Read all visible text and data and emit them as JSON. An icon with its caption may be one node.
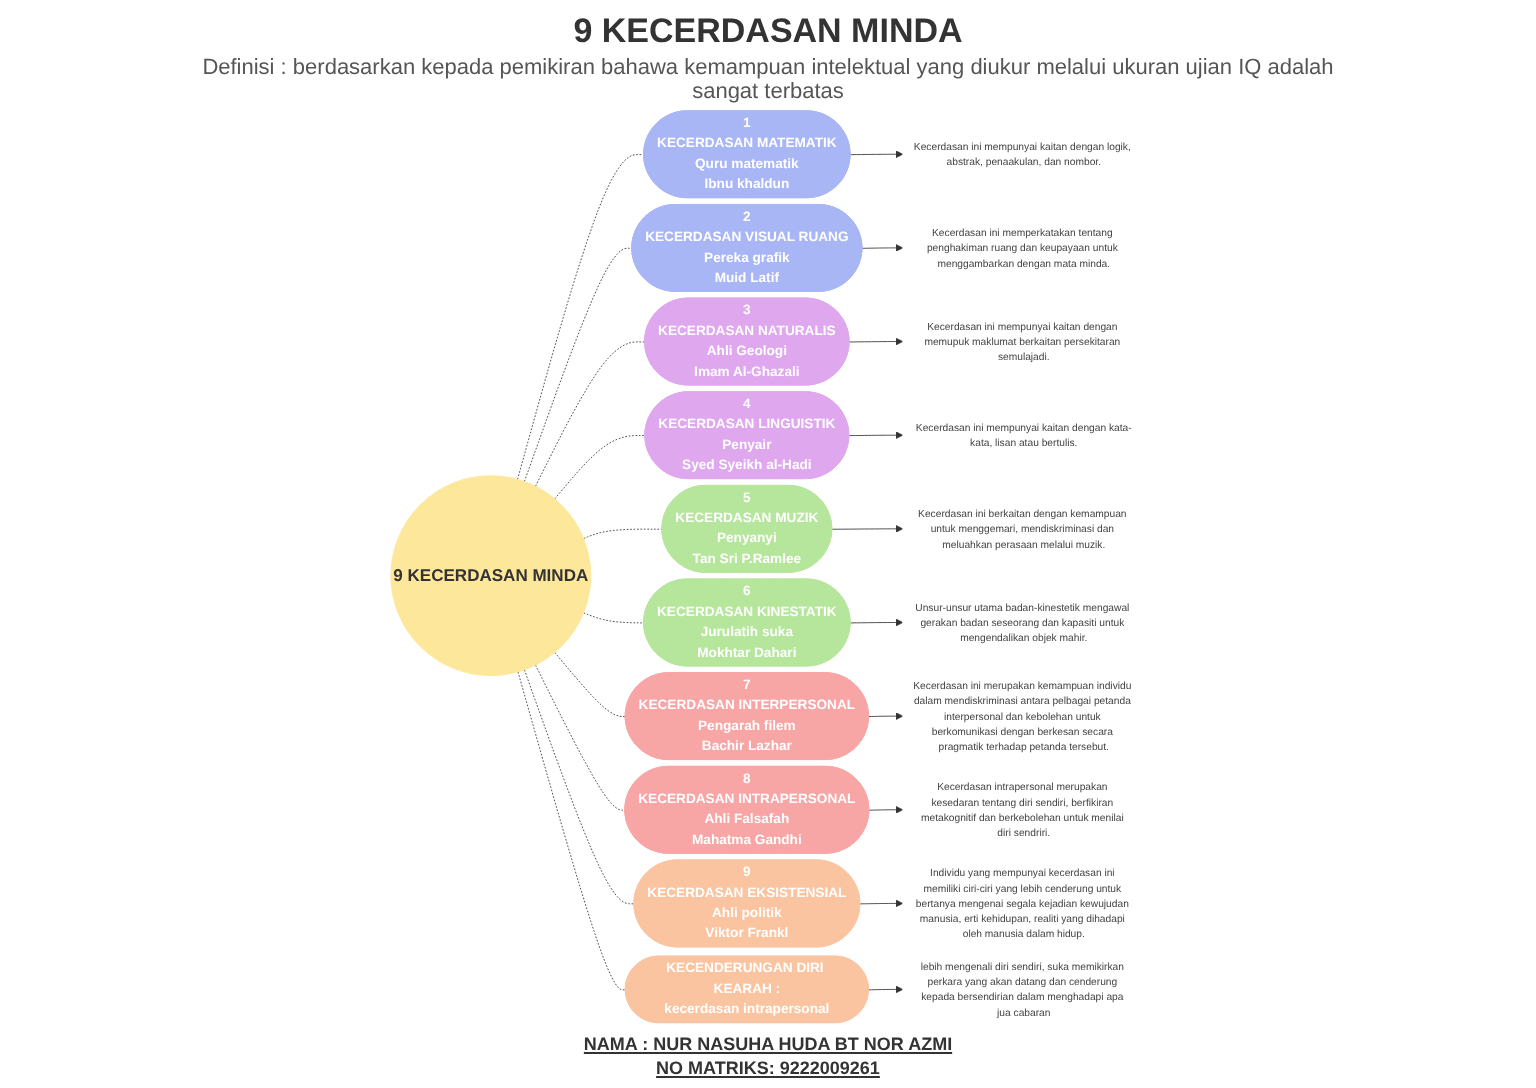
{
  "diagram": {
    "title": "9 KECERDASAN MINDA",
    "nodes": [
      {
        "text": [
          "9 KECERDASAN MINDA"
        ]
      },
      {
        "text": [
          "1",
          "KECERDASAN MATEMATIK",
          "Quru matematik",
          "Ibnu khaldun"
        ]
      },
      {
        "text": [
          "Kecerdasan ini mempunyai kaitan dengan logik, abstrak, penaakulan, dan nombor."
        ]
      },
      {
        "text": [
          "2",
          "KECERDASAN VISUAL RUANG",
          "Pereka grafik",
          "Muid Latif"
        ]
      },
      {
        "text": [
          "Kecerdasan ini memperkatakan tentang penghakiman ruang dan keupayaan untuk menggambarkan dengan mata minda."
        ]
      },
      {
        "text": [
          "3",
          "KECERDASAN NATURALIS",
          "Ahli Geologi",
          "Imam Al-Ghazali"
        ]
      },
      {
        "text": [
          "Kecerdasan ini mempunyai kaitan dengan memupuk maklumat berkaitan persekitaran semulajadi."
        ]
      },
      {
        "text": [
          "4",
          "KECERDASAN LINGUISTIK",
          "Penyair",
          "Syed Syeikh al-Hadi"
        ]
      },
      {
        "text": [
          "Kecerdasan ini mempunyai kaitan dengan kata-kata, lisan atau bertulis."
        ]
      },
      {
        "text": [
          "5",
          "KECERDASAN MUZIK",
          "Penyanyi",
          "Tan Sri P.Ramlee"
        ]
      },
      {
        "text": [
          "Kecerdasan ini berkaitan dengan kemampuan untuk menggemari, mendiskriminasi dan meluahkan perasaan melalui muzik."
        ]
      },
      {
        "text": [
          "6",
          "KECERDASAN KINESTATIK",
          "Jurulatih suka",
          "Mokhtar Dahari"
        ]
      },
      {
        "text": [
          "Unsur-unsur utama badan-kinestetik mengawal gerakan badan seseorang dan kapasiti untuk mengendalikan objek mahir."
        ]
      },
      {
        "text": [
          "7",
          "KECERDASAN INTERPERSONAL",
          "Pengarah filem",
          "Bachir Lazhar"
        ]
      },
      {
        "text": [
          "Kecerdasan ini merupakan kemampuan individu dalam mendiskriminasi antara pelbagai petanda interpersonal dan kebolehan untuk berkomunikasi dengan berkesan secara pragmatik terhadap petanda tersebut."
        ]
      },
      {
        "text": [
          "8",
          "KECERDASAN INTRAPERSONAL",
          "Ahli Falsafah",
          "Mahatma Gandhi"
        ]
      },
      {
        "text": [
          "Kecerdasan intrapersonal merupakan kesedaran tentang diri sendiri, berfikiran metakognitif dan berkebolehan untuk menilai diri sendriri."
        ]
      },
      {
        "text": [
          "9",
          "KECERDASAN EKSISTENSIAL",
          "Ahli politik",
          "Viktor Frankl"
        ]
      },
      {
        "text": [
          "Individu yang mempunyai kecerdasan ini memiliki ciri-ciri yang lebih cenderung untuk bertanya mengenai segala kejadian kewujudan manusia, erti kehidupan, realiti yang dihadapi oleh manusia dalam hidup."
        ]
      },
      {
        "text": [
          "KECENDERUNGAN DIRI KEARAH :",
          "kecerdasan intrapersonal"
        ]
      },
      {
        "text": [
          "lebih mengenali diri sendiri, suka memikirkan perkara yang akan datang dan cenderung kepada bersendirian dalam menghadapi apa jua cabaran"
        ]
      }
    ],
    "edges": [
      {
        "from": 0,
        "to": 1,
        "arrow": "none",
        "style": "dashed"
      },
      {
        "from": 1,
        "to": 2,
        "arrow": "to"
      },
      {
        "from": 0,
        "to": 3,
        "arrow": "none",
        "style": "dashed"
      },
      {
        "from": 3,
        "to": 4,
        "arrow": "to"
      },
      {
        "from": 0,
        "to": 5,
        "arrow": "none",
        "style": "dashed"
      },
      {
        "from": 5,
        "to": 6,
        "arrow": "to"
      },
      {
        "from": 0,
        "to": 7,
        "arrow": "none",
        "style": "dashed"
      },
      {
        "from": 7,
        "to": 8,
        "arrow": "to"
      },
      {
        "from": 0,
        "to": 9,
        "arrow": "none",
        "style": "dashed"
      },
      {
        "from": 9,
        "to": 10,
        "arrow": "to"
      },
      {
        "from": 0,
        "to": 11,
        "arrow": "none",
        "style": "dashed"
      },
      {
        "from": 11,
        "to": 12,
        "arrow": "to"
      },
      {
        "from": 0,
        "to": 13,
        "arrow": "none",
        "style": "dashed"
      },
      {
        "from": 13,
        "to": 14,
        "arrow": "to"
      },
      {
        "from": 0,
        "to": 15,
        "arrow": "none",
        "style": "dashed"
      },
      {
        "from": 15,
        "to": 16,
        "arrow": "to"
      },
      {
        "from": 0,
        "to": 17,
        "arrow": "none",
        "style": "dashed"
      },
      {
        "from": 17,
        "to": 18,
        "arrow": "to"
      },
      {
        "from": 0,
        "to": 19,
        "arrow": "none",
        "style": "dashed"
      },
      {
        "from": 19,
        "to": 20,
        "arrow": "to"
      }
    ],
    "labels": [
      "Definisi : berdasarkan kepada pemikiran bahawa kemampuan intelektual yang diukur melalui ukuran ujian IQ adalah sangat terbatas",
      "NAMA : NUR NASUHA HUDA BT NOR AZMI",
      "NO MATRIKS: 9222009261"
    ]
  }
}
